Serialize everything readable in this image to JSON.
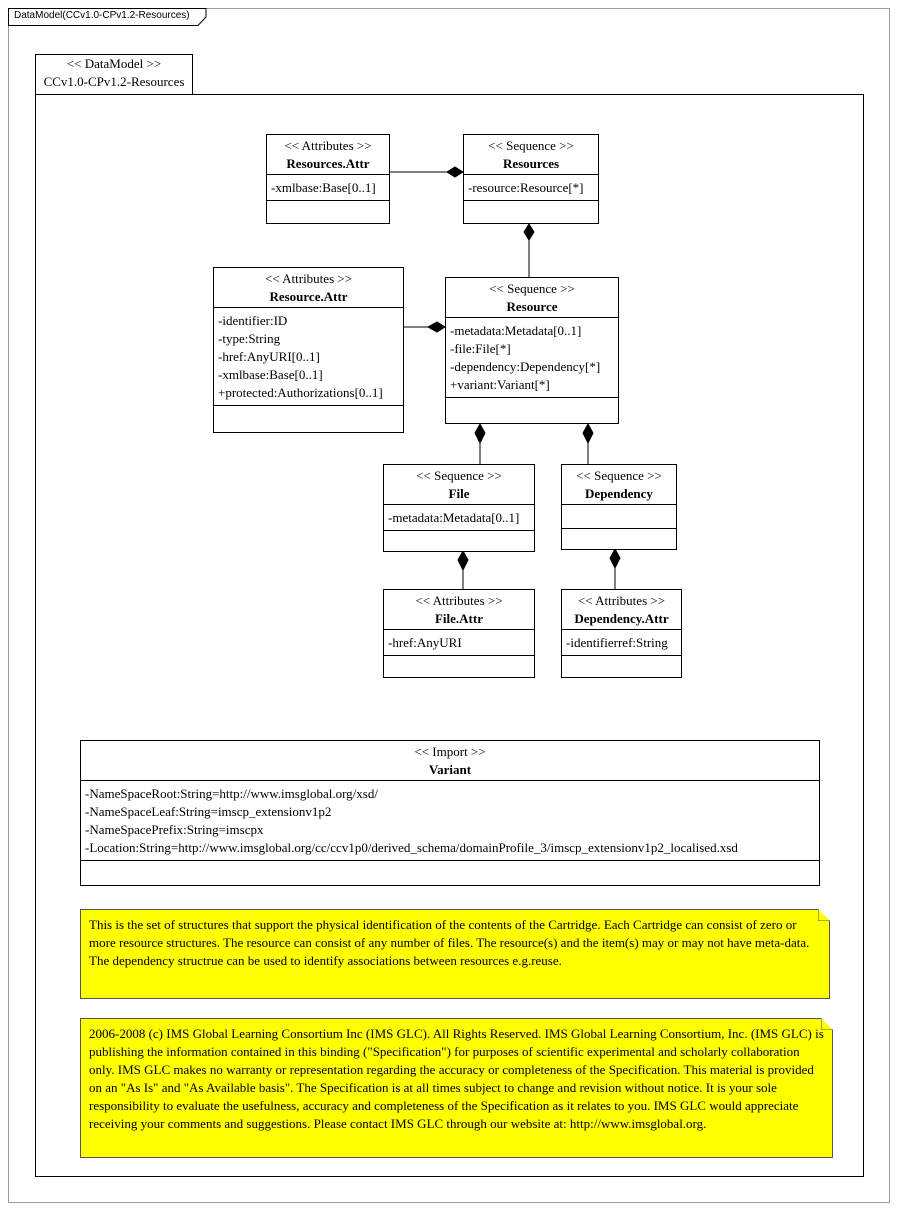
{
  "frame": {
    "title": "DataModel(CCv1.0-CPv1.2-Resources)"
  },
  "package": {
    "stereotype": "<< DataModel >>",
    "name": "CCv1.0-CPv1.2-Resources"
  },
  "classes": {
    "resources_attr": {
      "stereotype": "<< Attributes >>",
      "name": "Resources.Attr",
      "attributes": [
        "-xmlbase:Base[0..1]"
      ]
    },
    "resources": {
      "stereotype": "<< Sequence >>",
      "name": "Resources",
      "attributes": [
        "-resource:Resource[*]"
      ]
    },
    "resource_attr": {
      "stereotype": "<< Attributes >>",
      "name": "Resource.Attr",
      "attributes": [
        "-identifier:ID",
        "-type:String",
        "-href:AnyURI[0..1]",
        "-xmlbase:Base[0..1]",
        "+protected:Authorizations[0..1]"
      ]
    },
    "resource": {
      "stereotype": "<< Sequence >>",
      "name": "Resource",
      "attributes": [
        "-metadata:Metadata[0..1]",
        "-file:File[*]",
        "-dependency:Dependency[*]",
        "+variant:Variant[*]"
      ]
    },
    "file": {
      "stereotype": "<< Sequence >>",
      "name": "File",
      "attributes": [
        "-metadata:Metadata[0..1]"
      ]
    },
    "dependency": {
      "stereotype": "<< Sequence >>",
      "name": "Dependency",
      "attributes": []
    },
    "file_attr": {
      "stereotype": "<< Attributes >>",
      "name": "File.Attr",
      "attributes": [
        "-href:AnyURI"
      ]
    },
    "dependency_attr": {
      "stereotype": "<< Attributes >>",
      "name": "Dependency.Attr",
      "attributes": [
        "-identifierref:String"
      ]
    },
    "variant": {
      "stereotype": "<< Import >>",
      "name": "Variant",
      "attributes": [
        "-NameSpaceRoot:String=http://www.imsglobal.org/xsd/",
        "-NameSpaceLeaf:String=imscp_extensionv1p2",
        "-NameSpacePrefix:String=imscpx",
        "-Location:String=http://www.imsglobal.org/cc/ccv1p0/derived_schema/domainProfile_3/imscp_extensionv1p2_localised.xsd"
      ]
    }
  },
  "notes": {
    "description": "This is the set of structures that support the physical identification of the contents of the Cartridge.  Each Cartridge can consist of zero or more resource structures.  The resource can consist of any number of files.  The resource(s) and the item(s) may or may not have meta-data.  The dependency structrue can be used to identify associations between resources e.g.reuse.",
    "copyright": "2006-2008 (c) IMS Global Learning Consortium Inc (IMS GLC).  All Rights Reserved.  IMS Global Learning Consortium, Inc. (IMS GLC) is publishing the information contained in this binding (\"Specification\") for purposes of scientific experimental and scholarly collaboration only.  IMS GLC makes no warranty or representation regarding the accuracy or completeness of the Specification.  This material is provided on an \"As Is\" and \"As Available basis\".  The Specification is at all times subject to change and revision without notice. It is your sole responsibility to evaluate the usefulness, accuracy and completeness of the Specification as it relates to you.  IMS GLC would appreciate receiving your comments and suggestions.  Please contact IMS GLC through our website at: http://www.imsglobal.org."
  }
}
